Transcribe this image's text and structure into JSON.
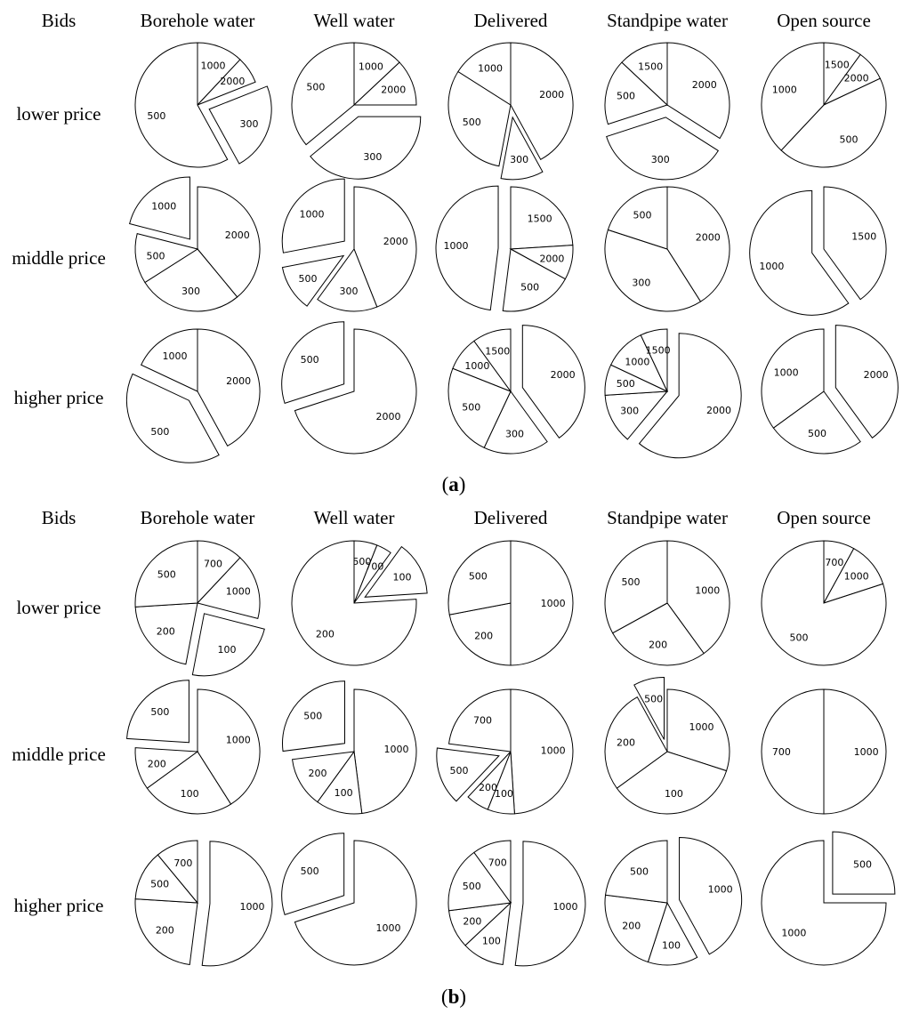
{
  "chart_data": [
    {
      "type": "pie",
      "panel": "a",
      "header": "Bids",
      "columns": [
        "Borehole water",
        "Well water",
        "Delivered",
        "Standpipe water",
        "Open source"
      ],
      "rows": [
        "lower price",
        "middle price",
        "higher price"
      ],
      "pies": [
        [
          {
            "slices": [
              {
                "label": "1000",
                "value": 0.12
              },
              {
                "label": "2000",
                "value": 0.07
              },
              {
                "label": "300",
                "value": 0.23,
                "explode": true
              },
              {
                "label": "500",
                "value": 0.58
              }
            ]
          },
          {
            "slices": [
              {
                "label": "1000",
                "value": 0.13
              },
              {
                "label": "2000",
                "value": 0.12
              },
              {
                "label": "300",
                "value": 0.39,
                "explode": true
              },
              {
                "label": "500",
                "value": 0.36
              }
            ]
          },
          {
            "slices": [
              {
                "label": "2000",
                "value": 0.42
              },
              {
                "label": "300",
                "value": 0.11,
                "explode": true
              },
              {
                "label": "500",
                "value": 0.31
              },
              {
                "label": "1000",
                "value": 0.16
              }
            ]
          },
          {
            "slices": [
              {
                "label": "2000",
                "value": 0.34
              },
              {
                "label": "300",
                "value": 0.36,
                "explode": true
              },
              {
                "label": "500",
                "value": 0.17
              },
              {
                "label": "1500",
                "value": 0.13
              }
            ]
          },
          {
            "slices": [
              {
                "label": "1500",
                "value": 0.1
              },
              {
                "label": "2000",
                "value": 0.08
              },
              {
                "label": "500",
                "value": 0.44
              },
              {
                "label": "1000",
                "value": 0.38
              }
            ]
          }
        ],
        [
          {
            "slices": [
              {
                "label": "2000",
                "value": 0.39
              },
              {
                "label": "300",
                "value": 0.27
              },
              {
                "label": "500",
                "value": 0.13
              },
              {
                "label": "1000",
                "value": 0.21,
                "explode": true
              }
            ]
          },
          {
            "slices": [
              {
                "label": "2000",
                "value": 0.44
              },
              {
                "label": "300",
                "value": 0.16
              },
              {
                "label": "500",
                "value": 0.12,
                "explode": true
              },
              {
                "label": "1000",
                "value": 0.28,
                "explode": true
              }
            ]
          },
          {
            "slices": [
              {
                "label": "1500",
                "value": 0.24
              },
              {
                "label": "2000",
                "value": 0.09
              },
              {
                "label": "500",
                "value": 0.19
              },
              {
                "label": "1000",
                "value": 0.48,
                "explode": true
              }
            ]
          },
          {
            "slices": [
              {
                "label": "2000",
                "value": 0.41
              },
              {
                "label": "300",
                "value": 0.39
              },
              {
                "label": "500",
                "value": 0.2
              }
            ]
          },
          {
            "slices": [
              {
                "label": "1500",
                "value": 0.4
              },
              {
                "label": "1000",
                "value": 0.6,
                "explode": true
              }
            ]
          }
        ],
        [
          {
            "slices": [
              {
                "label": "2000",
                "value": 0.42
              },
              {
                "label": "500",
                "value": 0.4,
                "explode": true
              },
              {
                "label": "1000",
                "value": 0.18
              }
            ]
          },
          {
            "slices": [
              {
                "label": "2000",
                "value": 0.7
              },
              {
                "label": "500",
                "value": 0.3,
                "explode": true
              }
            ]
          },
          {
            "slices": [
              {
                "label": "2000",
                "value": 0.4,
                "explode": true
              },
              {
                "label": "300",
                "value": 0.17
              },
              {
                "label": "500",
                "value": 0.24
              },
              {
                "label": "1000",
                "value": 0.09
              },
              {
                "label": "1500",
                "value": 0.1
              }
            ]
          },
          {
            "slices": [
              {
                "label": "2000",
                "value": 0.61,
                "explode": true
              },
              {
                "label": "300",
                "value": 0.13
              },
              {
                "label": "500",
                "value": 0.08
              },
              {
                "label": "1000",
                "value": 0.11
              },
              {
                "label": "1500",
                "value": 0.07
              }
            ]
          },
          {
            "slices": [
              {
                "label": "2000",
                "value": 0.4,
                "explode": true
              },
              {
                "label": "500",
                "value": 0.25
              },
              {
                "label": "1000",
                "value": 0.35
              }
            ]
          }
        ]
      ]
    },
    {
      "type": "pie",
      "panel": "b",
      "header": "Bids",
      "columns": [
        "Borehole water",
        "Well water",
        "Delivered",
        "Standpipe water",
        "Open source"
      ],
      "rows": [
        "lower price",
        "middle price",
        "higher price"
      ],
      "pies": [
        [
          {
            "slices": [
              {
                "label": "700",
                "value": 0.12
              },
              {
                "label": "1000",
                "value": 0.17
              },
              {
                "label": "100",
                "value": 0.24,
                "explode": true
              },
              {
                "label": "200",
                "value": 0.21
              },
              {
                "label": "500",
                "value": 0.26
              }
            ]
          },
          {
            "slices": [
              {
                "label": "500",
                "value": 0.06
              },
              {
                "label": "700",
                "value": 0.04
              },
              {
                "label": "100",
                "value": 0.14,
                "explode": true
              },
              {
                "label": "200",
                "value": 0.76
              }
            ]
          },
          {
            "slices": [
              {
                "label": "1000",
                "value": 0.5
              },
              {
                "label": "200",
                "value": 0.22
              },
              {
                "label": "500",
                "value": 0.28
              }
            ]
          },
          {
            "slices": [
              {
                "label": "1000",
                "value": 0.4
              },
              {
                "label": "200",
                "value": 0.27
              },
              {
                "label": "500",
                "value": 0.33
              }
            ]
          },
          {
            "slices": [
              {
                "label": "700",
                "value": 0.08
              },
              {
                "label": "1000",
                "value": 0.12
              },
              {
                "label": "500",
                "value": 0.8
              }
            ]
          }
        ],
        [
          {
            "slices": [
              {
                "label": "1000",
                "value": 0.41
              },
              {
                "label": "100",
                "value": 0.24
              },
              {
                "label": "200",
                "value": 0.11
              },
              {
                "label": "500",
                "value": 0.24,
                "explode": true
              }
            ]
          },
          {
            "slices": [
              {
                "label": "1000",
                "value": 0.48
              },
              {
                "label": "100",
                "value": 0.12
              },
              {
                "label": "200",
                "value": 0.13
              },
              {
                "label": "500",
                "value": 0.27,
                "explode": true
              }
            ]
          },
          {
            "slices": [
              {
                "label": "1000",
                "value": 0.49
              },
              {
                "label": "100",
                "value": 0.07
              },
              {
                "label": "200",
                "value": 0.06
              },
              {
                "label": "500",
                "value": 0.15,
                "explode": true
              },
              {
                "label": "700",
                "value": 0.23
              }
            ]
          },
          {
            "slices": [
              {
                "label": "1000",
                "value": 0.3
              },
              {
                "label": "100",
                "value": 0.35
              },
              {
                "label": "200",
                "value": 0.27
              },
              {
                "label": "500",
                "value": 0.08,
                "explode": true
              }
            ]
          },
          {
            "slices": [
              {
                "label": "1000",
                "value": 0.5
              },
              {
                "label": "700",
                "value": 0.5
              }
            ]
          }
        ],
        [
          {
            "slices": [
              {
                "label": "1000",
                "value": 0.52,
                "explode": true
              },
              {
                "label": "200",
                "value": 0.24
              },
              {
                "label": "500",
                "value": 0.13
              },
              {
                "label": "700",
                "value": 0.11
              }
            ]
          },
          {
            "slices": [
              {
                "label": "1000",
                "value": 0.7
              },
              {
                "label": "500",
                "value": 0.3,
                "explode": true
              }
            ]
          },
          {
            "slices": [
              {
                "label": "1000",
                "value": 0.52,
                "explode": true
              },
              {
                "label": "100",
                "value": 0.11
              },
              {
                "label": "200",
                "value": 0.1
              },
              {
                "label": "500",
                "value": 0.17
              },
              {
                "label": "700",
                "value": 0.1
              }
            ]
          },
          {
            "slices": [
              {
                "label": "1000",
                "value": 0.42,
                "explode": true
              },
              {
                "label": "100",
                "value": 0.13
              },
              {
                "label": "200",
                "value": 0.22
              },
              {
                "label": "500",
                "value": 0.23
              }
            ]
          },
          {
            "slices": [
              {
                "label": "500",
                "value": 0.25,
                "explode": true
              },
              {
                "label": "1000",
                "value": 0.75
              }
            ]
          }
        ]
      ]
    }
  ]
}
